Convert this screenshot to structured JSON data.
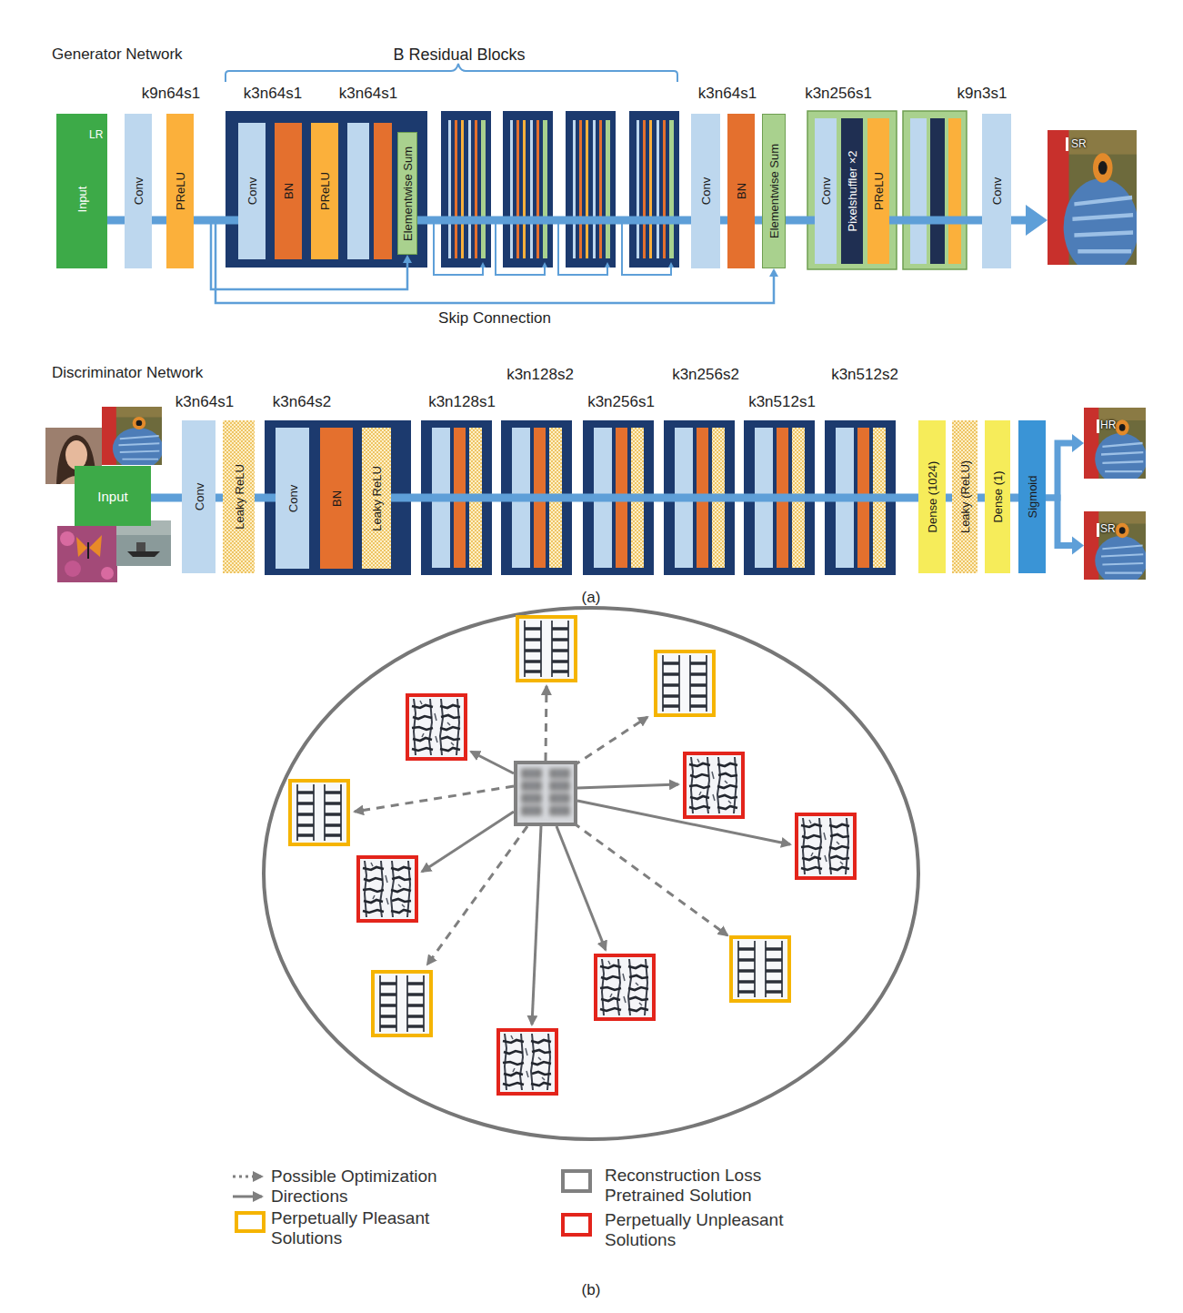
{
  "diagram": {
    "nodes": [
      {
        "text": [
          "Input",
          "LR"
        ]
      },
      {
        "text": [
          "Conv"
        ]
      },
      {
        "text": [
          "PReLU"
        ]
      },
      {
        "text": [
          "Conv"
        ]
      },
      {
        "text": [
          "BN"
        ]
      },
      {
        "text": [
          "PReLU"
        ]
      },
      {
        "text": [
          "Elementwise Sum"
        ]
      },
      {
        "text": [
          "Conv"
        ]
      },
      {
        "text": [
          "BN"
        ]
      },
      {
        "text": [
          "Elementwise Sum"
        ]
      },
      {
        "text": [
          "Conv"
        ]
      },
      {
        "text": [
          "Pixelshuffler ×2"
        ]
      },
      {
        "text": [
          "PReLU"
        ]
      },
      {
        "text": [
          "Conv"
        ]
      },
      {
        "text": [
          "SR"
        ]
      },
      {
        "text": [
          "Input"
        ]
      },
      {
        "text": [
          "Conv"
        ]
      },
      {
        "text": [
          "Leaky ReLU"
        ]
      },
      {
        "text": [
          "Conv"
        ]
      },
      {
        "text": [
          "BN"
        ]
      },
      {
        "text": [
          "Leaky ReLU"
        ]
      },
      {
        "text": [
          "Dense (1024)"
        ]
      },
      {
        "text": [
          "Leaky (ReLU)"
        ]
      },
      {
        "text": [
          "Dense (1)"
        ]
      },
      {
        "text": [
          "Sigmoid"
        ]
      },
      {
        "text": [
          "HR"
        ]
      },
      {
        "text": [
          "SR"
        ]
      }
    ],
    "edges": [
      {
        "from": 0,
        "to": 1,
        "arrow": "none"
      },
      {
        "from": 1,
        "to": 2,
        "arrow": "none"
      },
      {
        "from": 2,
        "to": 3,
        "arrow": "none"
      },
      {
        "from": 2,
        "to": 6,
        "arrow": "to"
      },
      {
        "from": 6,
        "to": 7,
        "arrow": "none"
      },
      {
        "from": 2,
        "to": 9,
        "label": "Skip Connection",
        "arrow": "to"
      },
      {
        "from": 7,
        "to": 8,
        "arrow": "none"
      },
      {
        "from": 8,
        "to": 9,
        "arrow": "none"
      },
      {
        "from": 9,
        "to": 10,
        "arrow": "none"
      },
      {
        "from": 12,
        "to": 13,
        "arrow": "none"
      },
      {
        "from": 13,
        "to": 14,
        "arrow": "to"
      },
      {
        "from": 15,
        "to": 16,
        "arrow": "none"
      },
      {
        "from": 16,
        "to": 17,
        "arrow": "none"
      },
      {
        "from": 17,
        "to": 18,
        "arrow": "none"
      },
      {
        "from": 20,
        "to": 21,
        "arrow": "none"
      },
      {
        "from": 21,
        "to": 22,
        "arrow": "none"
      },
      {
        "from": 22,
        "to": 23,
        "arrow": "none"
      },
      {
        "from": 23,
        "to": 24,
        "arrow": "none"
      },
      {
        "from": 24,
        "to": 25,
        "arrow": "to"
      },
      {
        "from": 24,
        "to": 26,
        "arrow": "to"
      }
    ],
    "labels": [
      "Generator Network",
      "B Residual Blocks",
      "k9n64s1",
      "k3n64s1",
      "k3n64s1",
      "k3n64s1",
      "k3n256s1",
      "k9n3s1",
      "Discriminator Network",
      "k3n64s1",
      "k3n64s2",
      "k3n128s1",
      "k3n128s2",
      "k3n256s1",
      "k3n256s2",
      "k3n512s1",
      "k3n512s2",
      "(a)",
      "(b)"
    ],
    "legend": [
      {
        "text": "Possible Optimization Directions"
      },
      {
        "text": "Reconstruction Loss Pretrained Solution",
        "color": "#808080"
      },
      {
        "text": "Perpetually Pleasant Solutions",
        "color": "#f5b400"
      },
      {
        "text": "Perpetually Unpleasant Solutions",
        "color": "#e3241b"
      }
    ]
  }
}
